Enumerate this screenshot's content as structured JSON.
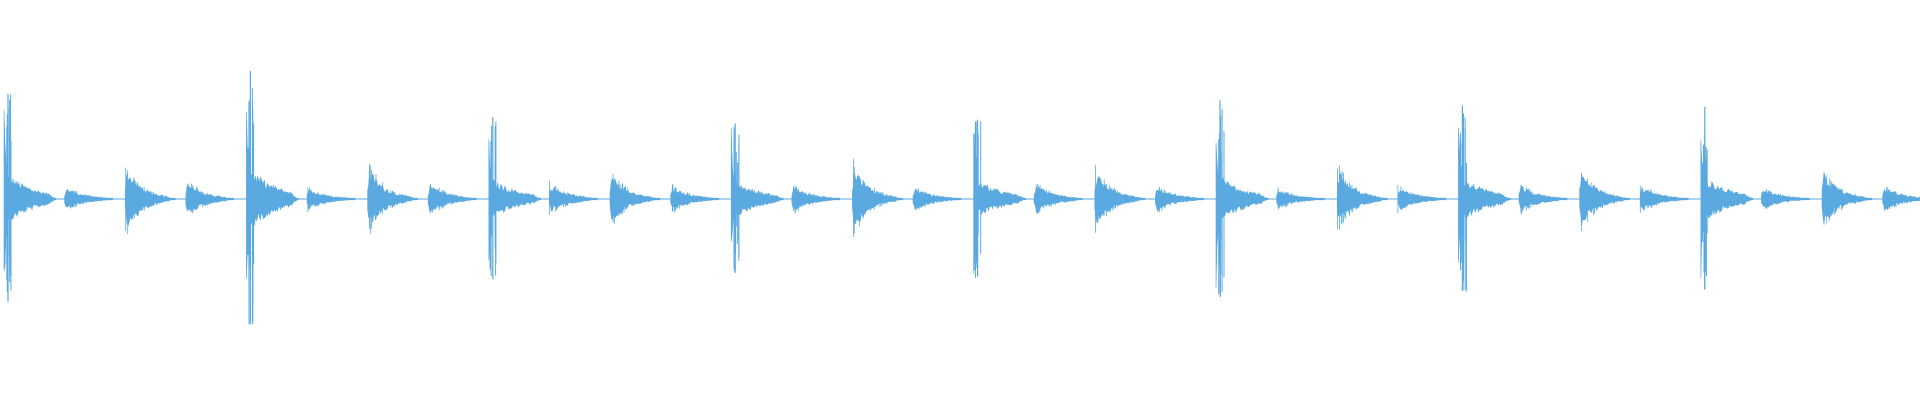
{
  "waveform": {
    "color": "#5aa9e0",
    "background": "#ffffff",
    "transients": [
      {
        "kind": "strong",
        "peak": 0.82
      },
      {
        "kind": "soft",
        "peak": 0.12
      },
      {
        "kind": "medium",
        "peak": 0.3
      },
      {
        "kind": "soft",
        "peak": 0.17
      },
      {
        "kind": "strong",
        "peak": 1.0
      },
      {
        "kind": "soft",
        "peak": 0.11
      },
      {
        "kind": "medium",
        "peak": 0.3
      },
      {
        "kind": "soft",
        "peak": 0.16
      },
      {
        "kind": "strong",
        "peak": 0.64
      },
      {
        "kind": "soft",
        "peak": 0.15
      },
      {
        "kind": "medium",
        "peak": 0.24
      },
      {
        "kind": "soft",
        "peak": 0.13
      },
      {
        "kind": "strong",
        "peak": 0.59
      },
      {
        "kind": "soft",
        "peak": 0.13
      },
      {
        "kind": "medium",
        "peak": 0.31
      },
      {
        "kind": "soft",
        "peak": 0.12
      },
      {
        "kind": "strong",
        "peak": 0.62
      },
      {
        "kind": "soft",
        "peak": 0.15
      },
      {
        "kind": "medium",
        "peak": 0.26
      },
      {
        "kind": "soft",
        "peak": 0.13
      },
      {
        "kind": "strong",
        "peak": 0.77
      },
      {
        "kind": "soft",
        "peak": 0.1
      },
      {
        "kind": "medium",
        "peak": 0.28
      },
      {
        "kind": "soft",
        "peak": 0.12
      },
      {
        "kind": "strong",
        "peak": 0.73
      },
      {
        "kind": "soft",
        "peak": 0.14
      },
      {
        "kind": "medium",
        "peak": 0.27
      },
      {
        "kind": "soft",
        "peak": 0.13
      },
      {
        "kind": "strong",
        "peak": 0.72
      },
      {
        "kind": "soft",
        "peak": 0.11
      },
      {
        "kind": "medium",
        "peak": 0.26
      },
      {
        "kind": "soft",
        "peak": 0.13
      }
    ]
  }
}
